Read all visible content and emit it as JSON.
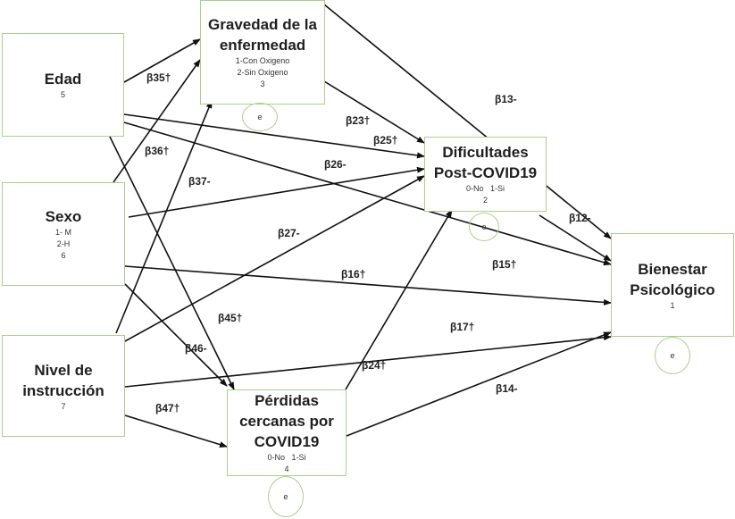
{
  "colors": {
    "box_border": "#a8d08d",
    "arrow": "#111111",
    "text": "#1f1f1f"
  },
  "nodes": {
    "edad": {
      "title": "Edad",
      "codes": [],
      "number": "5"
    },
    "sexo": {
      "title": "Sexo",
      "codes": [
        "1- M",
        "2-H"
      ],
      "number": "6"
    },
    "nivel": {
      "title": "Nivel de instrucción",
      "codes": [],
      "number": "7"
    },
    "gravedad": {
      "title": "Gravedad de la enfermedad",
      "codes": [
        "1-Con Oxigeno",
        "2-Sin Oxigeno"
      ],
      "number": "3"
    },
    "dificultades": {
      "title": "Dificultades Post-COVID19",
      "codes": [
        "0-No   1-Si"
      ],
      "number": "2"
    },
    "perdidas": {
      "title": "Pérdidas cercanas por COVID19",
      "codes": [
        "0-No   1-Si"
      ],
      "number": "4"
    },
    "bienestar": {
      "title": "Bienestar Psicológico",
      "codes": [],
      "number": "1"
    }
  },
  "error_terms": {
    "gravedad": "e",
    "dificultades": "e",
    "perdidas": "e",
    "bienestar": "e"
  },
  "paths": [
    {
      "id": "b35",
      "label": "β35†",
      "from": "edad",
      "to": "gravedad"
    },
    {
      "id": "b25",
      "label": "β25†",
      "from": "edad",
      "to": "dificultades"
    },
    {
      "id": "b15",
      "label": "β15†",
      "from": "edad",
      "to": "bienestar"
    },
    {
      "id": "b45",
      "label": "β45†",
      "from": "edad",
      "to": "perdidas"
    },
    {
      "id": "b36",
      "label": "β36†",
      "from": "sexo",
      "to": "gravedad"
    },
    {
      "id": "b26",
      "label": "β26-",
      "from": "sexo",
      "to": "dificultades"
    },
    {
      "id": "b16",
      "label": "β16†",
      "from": "sexo",
      "to": "bienestar"
    },
    {
      "id": "b46",
      "label": "β46-",
      "from": "sexo",
      "to": "perdidas"
    },
    {
      "id": "b37",
      "label": "β37-",
      "from": "nivel",
      "to": "gravedad"
    },
    {
      "id": "b27",
      "label": "β27-",
      "from": "nivel",
      "to": "dificultades"
    },
    {
      "id": "b17",
      "label": "β17†",
      "from": "nivel",
      "to": "bienestar"
    },
    {
      "id": "b47",
      "label": "β47†",
      "from": "nivel",
      "to": "perdidas"
    },
    {
      "id": "b23",
      "label": "β23†",
      "from": "gravedad",
      "to": "dificultades"
    },
    {
      "id": "b13",
      "label": "β13-",
      "from": "gravedad",
      "to": "bienestar"
    },
    {
      "id": "b12",
      "label": "β12-",
      "from": "dificultades",
      "to": "bienestar"
    },
    {
      "id": "b24",
      "label": "β24†",
      "from": "perdidas",
      "to": "dificultades"
    },
    {
      "id": "b14",
      "label": "β14-",
      "from": "perdidas",
      "to": "bienestar"
    }
  ]
}
